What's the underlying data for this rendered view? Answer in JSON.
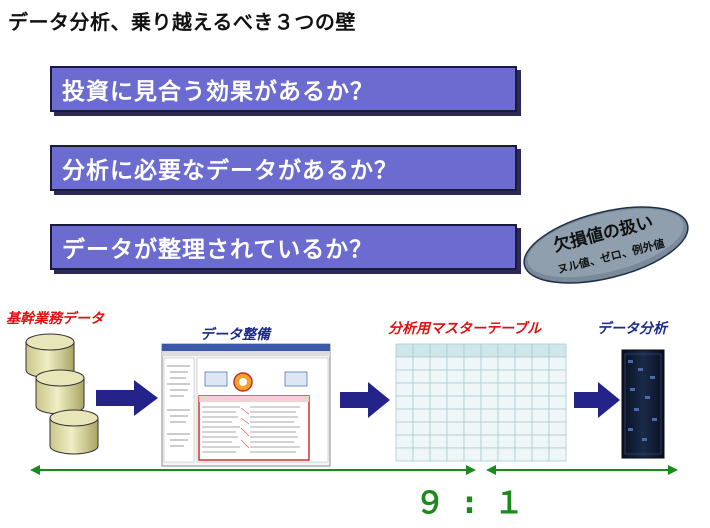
{
  "title": "データ分析、乗り越えるべき３つの壁",
  "questions": [
    "投資に見合う効果があるか？",
    "分析に必要なデータがあるか？",
    "データが整理されているか？"
  ],
  "badge": {
    "title": "欠損値の扱い",
    "subtitle": "ヌル値、ゼロ、例外値"
  },
  "stages": {
    "core_data": "基幹業務データ",
    "data_prep": "データ整備",
    "master_table": "分析用マスターテーブル",
    "analysis": "データ分析"
  },
  "ratio": "９ : １",
  "colors": {
    "box_fill": "#6b6bd0",
    "red_label": "#e01010",
    "blue_label": "#1a2a8a",
    "green": "#1a8a1a",
    "arrow": "#23238a"
  }
}
